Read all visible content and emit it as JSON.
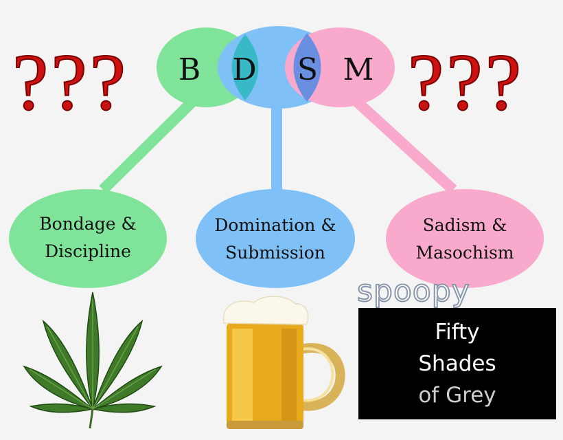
{
  "question_marks": {
    "left": "???",
    "right": "???"
  },
  "venn": {
    "letters": [
      "B",
      "D",
      "S",
      "M"
    ],
    "colors": {
      "green": "#7fe39a",
      "blue": "#7fc0f7",
      "pink": "#f9a9cb",
      "overlap_bd": "#39b8c8",
      "overlap_ds": "#6b8fe0"
    }
  },
  "nodes": {
    "bondage": [
      "Bondage &",
      "Discipline"
    ],
    "domination": [
      "Domination &",
      "Submission"
    ],
    "sadism": [
      "Sadism &",
      "Masochism"
    ]
  },
  "caption": "spoopy",
  "book": {
    "lines": [
      "Fifty",
      "Shades",
      "of Grey"
    ]
  },
  "icons": [
    "cannabis-leaf-icon",
    "beer-mug-icon"
  ]
}
